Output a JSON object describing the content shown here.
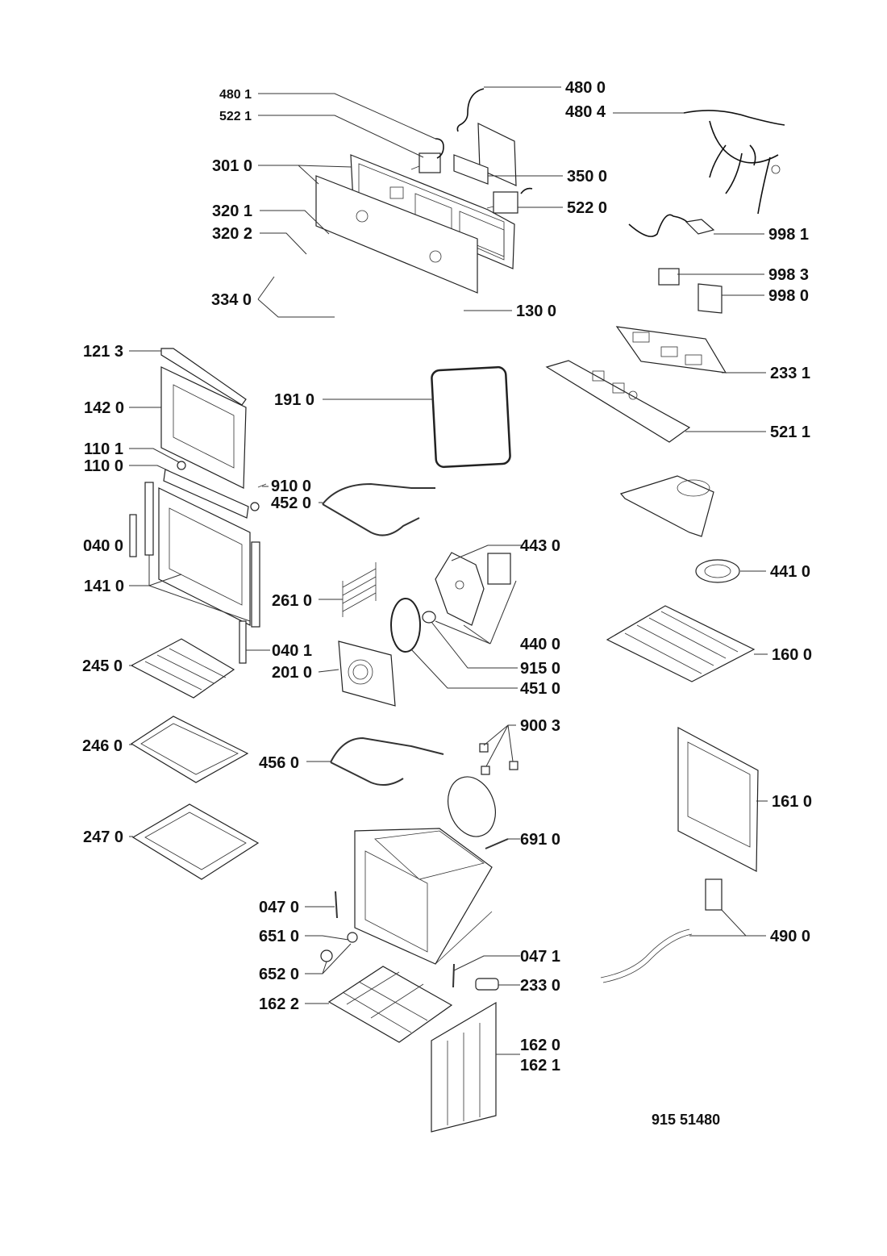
{
  "diagram": {
    "title": "Oven exploded parts view",
    "reference_number": "915 51480",
    "labels": [
      {
        "id": "p4801",
        "text": "480 1",
        "size": "small"
      },
      {
        "id": "p5221",
        "text": "522 1",
        "size": "small"
      },
      {
        "id": "p4800",
        "text": "480 0",
        "size": "big"
      },
      {
        "id": "p4804",
        "text": "480 4",
        "size": "big"
      },
      {
        "id": "p3010",
        "text": "301 0",
        "size": "big"
      },
      {
        "id": "p3500",
        "text": "350 0",
        "size": "big"
      },
      {
        "id": "p5220",
        "text": "522 0",
        "size": "big"
      },
      {
        "id": "p3201",
        "text": "320 1",
        "size": "big"
      },
      {
        "id": "p3202",
        "text": "320 2",
        "size": "big"
      },
      {
        "id": "p9981",
        "text": "998 1",
        "size": "big"
      },
      {
        "id": "p9983",
        "text": "998 3",
        "size": "big"
      },
      {
        "id": "p9980",
        "text": "998 0",
        "size": "big"
      },
      {
        "id": "p3340",
        "text": "334 0",
        "size": "big"
      },
      {
        "id": "p1300",
        "text": "130 0",
        "size": "big"
      },
      {
        "id": "p1213",
        "text": "121 3",
        "size": "big"
      },
      {
        "id": "p2331",
        "text": "233 1",
        "size": "big"
      },
      {
        "id": "p1420",
        "text": "142 0",
        "size": "big"
      },
      {
        "id": "p1910",
        "text": "191 0",
        "size": "big"
      },
      {
        "id": "p5211",
        "text": "521 1",
        "size": "big"
      },
      {
        "id": "p1101",
        "text": "110 1",
        "size": "big"
      },
      {
        "id": "p1100",
        "text": "110 0",
        "size": "big"
      },
      {
        "id": "p9100",
        "text": "910 0",
        "size": "big"
      },
      {
        "id": "p4520",
        "text": "452 0",
        "size": "big"
      },
      {
        "id": "p0400",
        "text": "040 0",
        "size": "big"
      },
      {
        "id": "p4430",
        "text": "443 0",
        "size": "big"
      },
      {
        "id": "p4410",
        "text": "441 0",
        "size": "big"
      },
      {
        "id": "p1410",
        "text": "141 0",
        "size": "big"
      },
      {
        "id": "p2610",
        "text": "261 0",
        "size": "big"
      },
      {
        "id": "p4400",
        "text": "440 0",
        "size": "big"
      },
      {
        "id": "p0401",
        "text": "040 1",
        "size": "big"
      },
      {
        "id": "p1600",
        "text": "160 0",
        "size": "big"
      },
      {
        "id": "p2450",
        "text": "245 0",
        "size": "big"
      },
      {
        "id": "p2010",
        "text": "201 0",
        "size": "big"
      },
      {
        "id": "p9150",
        "text": "915 0",
        "size": "big"
      },
      {
        "id": "p4510",
        "text": "451 0",
        "size": "big"
      },
      {
        "id": "p9003",
        "text": "900 3",
        "size": "big"
      },
      {
        "id": "p2460",
        "text": "246 0",
        "size": "big"
      },
      {
        "id": "p4560",
        "text": "456 0",
        "size": "big"
      },
      {
        "id": "p1610",
        "text": "161 0",
        "size": "big"
      },
      {
        "id": "p2470",
        "text": "247 0",
        "size": "big"
      },
      {
        "id": "p6910",
        "text": "691 0",
        "size": "big"
      },
      {
        "id": "p0470",
        "text": "047 0",
        "size": "big"
      },
      {
        "id": "p6510",
        "text": "651 0",
        "size": "big"
      },
      {
        "id": "p4900",
        "text": "490 0",
        "size": "big"
      },
      {
        "id": "p0471",
        "text": "047 1",
        "size": "big"
      },
      {
        "id": "p6520",
        "text": "652 0",
        "size": "big"
      },
      {
        "id": "p2330",
        "text": "233 0",
        "size": "big"
      },
      {
        "id": "p1622",
        "text": "162 2",
        "size": "big"
      },
      {
        "id": "p1620",
        "text": "162 0",
        "size": "big"
      },
      {
        "id": "p1621",
        "text": "162 1",
        "size": "big"
      }
    ]
  }
}
